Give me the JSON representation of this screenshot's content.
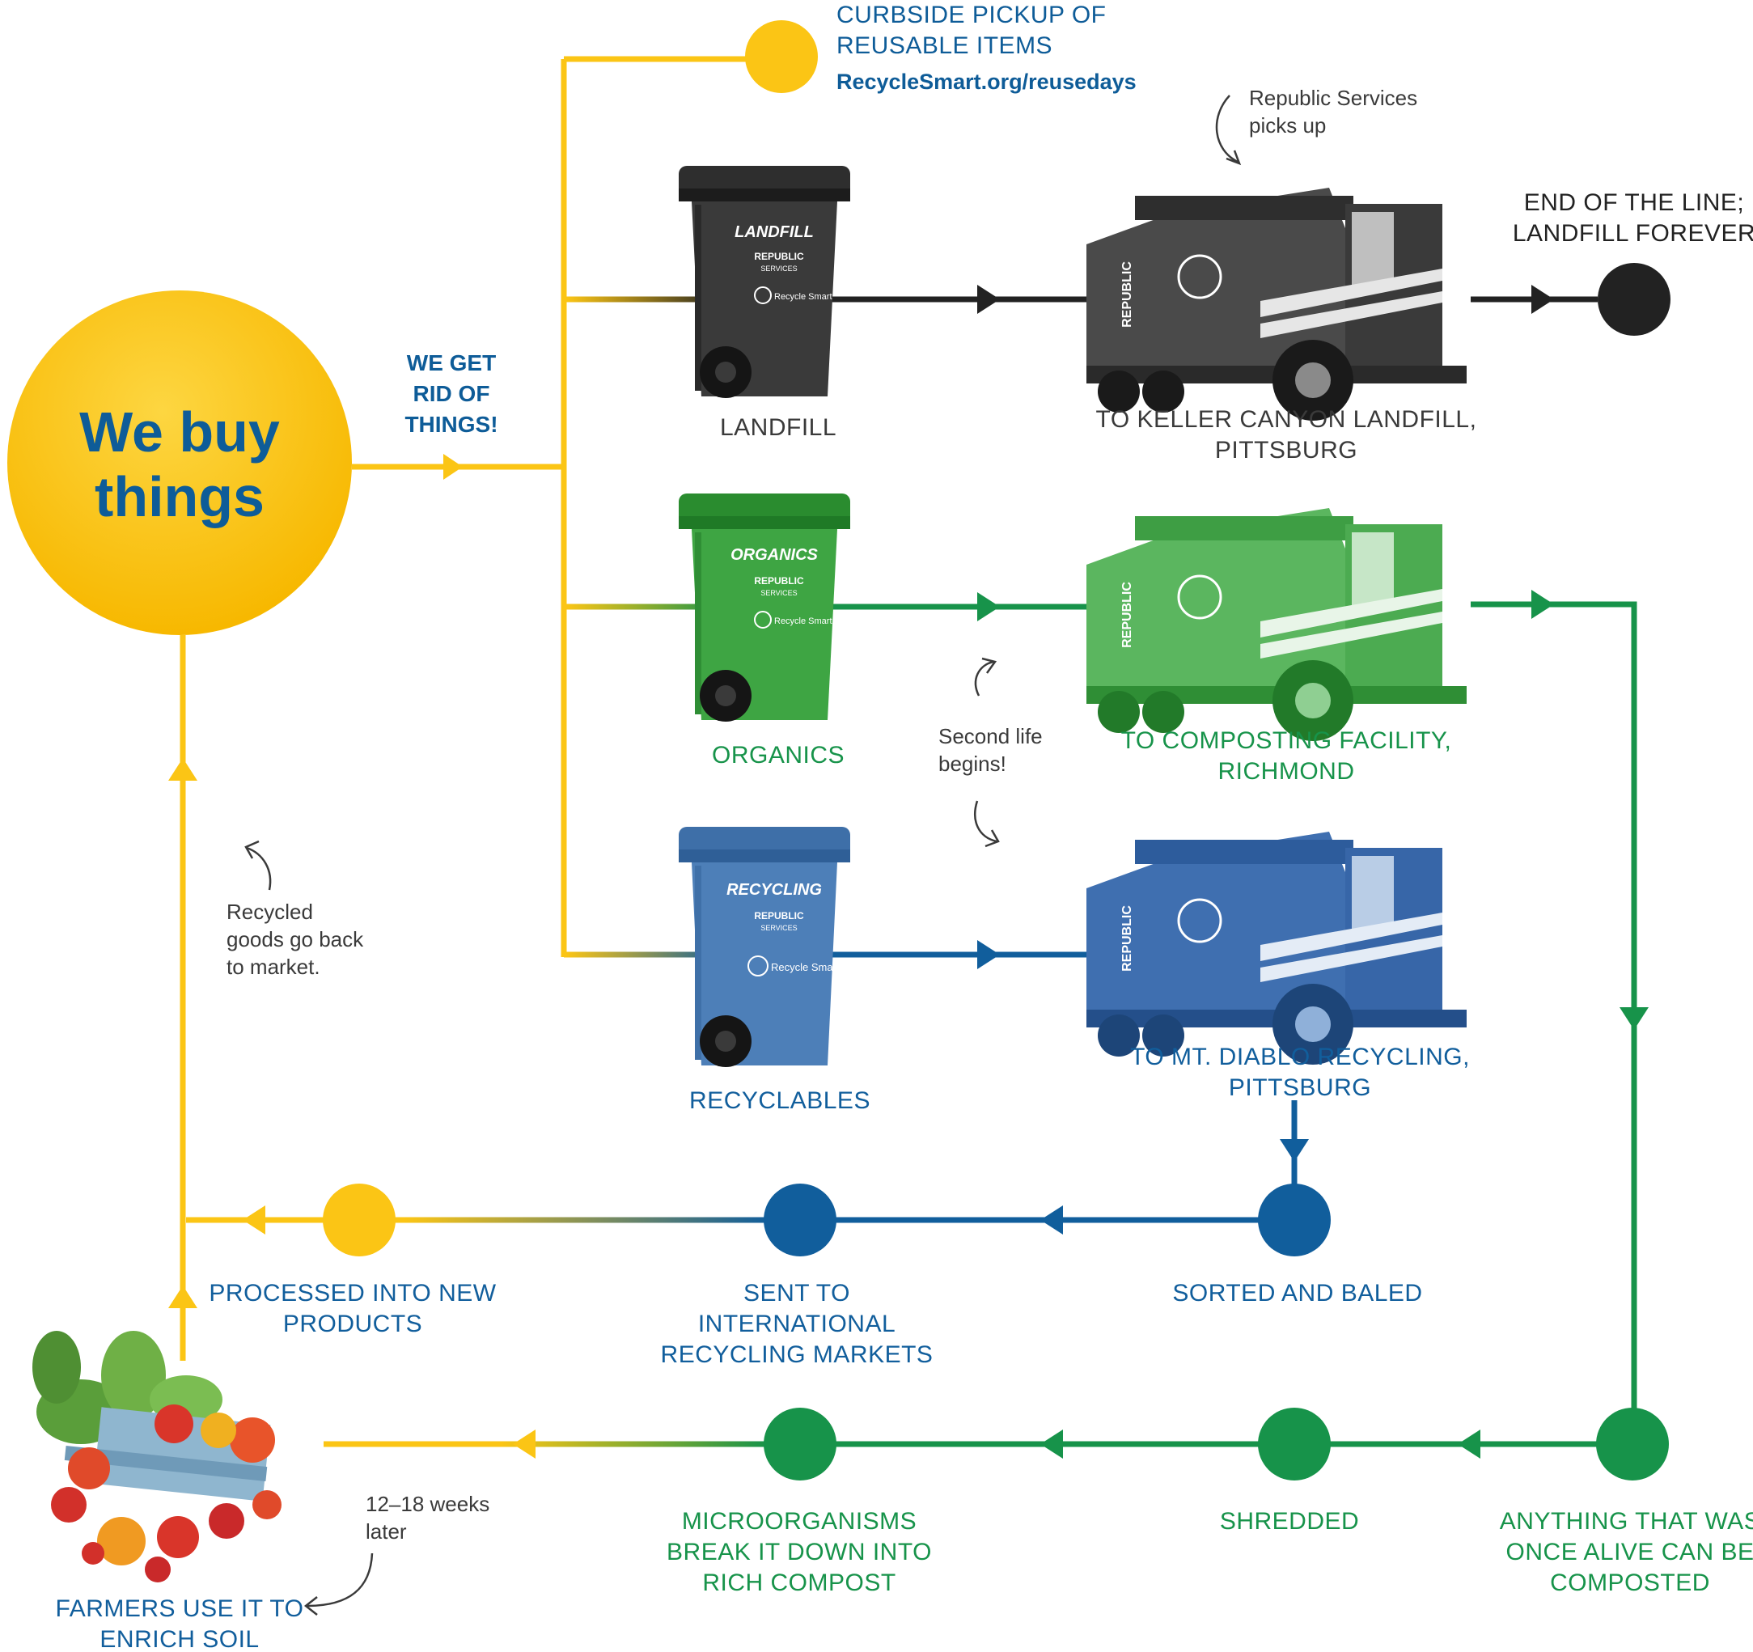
{
  "colors": {
    "yellow": "#fbc515",
    "navy": "#0e5c98",
    "black": "#222222",
    "green": "#17934a",
    "blue": "#115e9c",
    "gray": "#3a3a3a"
  },
  "hub": {
    "line1": "We buy",
    "line2": "things"
  },
  "get_rid": {
    "line1": "WE GET",
    "line2": "RID OF",
    "line3": "THINGS!"
  },
  "curbside": {
    "line1": "CURBSIDE PICKUP OF",
    "line2": "REUSABLE ITEMS",
    "link": "RecycleSmart.org/reusedays"
  },
  "notes": {
    "republic": {
      "line1": "Republic Services",
      "line2": "picks up"
    },
    "second_life": {
      "line1": "Second life",
      "line2": "begins!"
    },
    "recycled_back": {
      "line1": "Recycled",
      "line2": "goods go back",
      "line3": "to market."
    },
    "weeks": {
      "line1": "12–18 weeks",
      "line2": "later"
    }
  },
  "bins": {
    "landfill": {
      "lid_label": "LANDFILL",
      "caption": "LANDFILL",
      "brand": "REPUBLIC",
      "sub": "SERVICES",
      "logo": "Recycle Smart"
    },
    "organics": {
      "lid_label": "ORGANICS",
      "caption": "ORGANICS",
      "brand": "REPUBLIC",
      "sub": "SERVICES",
      "logo": "Recycle Smart"
    },
    "recycling": {
      "lid_label": "RECYCLING",
      "caption": "RECYCLABLES",
      "brand": "REPUBLIC",
      "sub": "SERVICES",
      "logo": "Recycle Smart"
    }
  },
  "trucks": {
    "landfill": {
      "line1": "TO KELLER CANYON LANDFILL,",
      "line2": "PITTSBURG",
      "brand": "REPUBLIC"
    },
    "organics": {
      "line1": "TO COMPOSTING FACILITY,",
      "line2": "RICHMOND",
      "brand": "REPUBLIC"
    },
    "recycling": {
      "line1": "TO MT. DIABLO RECYCLING,",
      "line2": "PITTSBURG",
      "brand": "REPUBLIC"
    }
  },
  "end_line": {
    "line1": "END OF THE LINE;",
    "line2": "LANDFILL FOREVER"
  },
  "recycle_loop": {
    "sorted": "SORTED AND BALED",
    "sent": {
      "line1": "SENT TO",
      "line2": "INTERNATIONAL",
      "line3": "RECYCLING MARKETS"
    },
    "processed": {
      "line1": "PROCESSED INTO NEW",
      "line2": "PRODUCTS"
    }
  },
  "compost_loop": {
    "anything": {
      "line1": "ANYTHING THAT WAS",
      "line2": "ONCE ALIVE CAN BE",
      "line3": "COMPOSTED"
    },
    "shredded": "SHREDDED",
    "micro": {
      "line1": "MICROORGANISMS",
      "line2": "BREAK IT DOWN INTO",
      "line3": "RICH COMPOST"
    },
    "farmers": {
      "line1": "FARMERS USE IT TO",
      "line2": "ENRICH SOIL"
    }
  }
}
